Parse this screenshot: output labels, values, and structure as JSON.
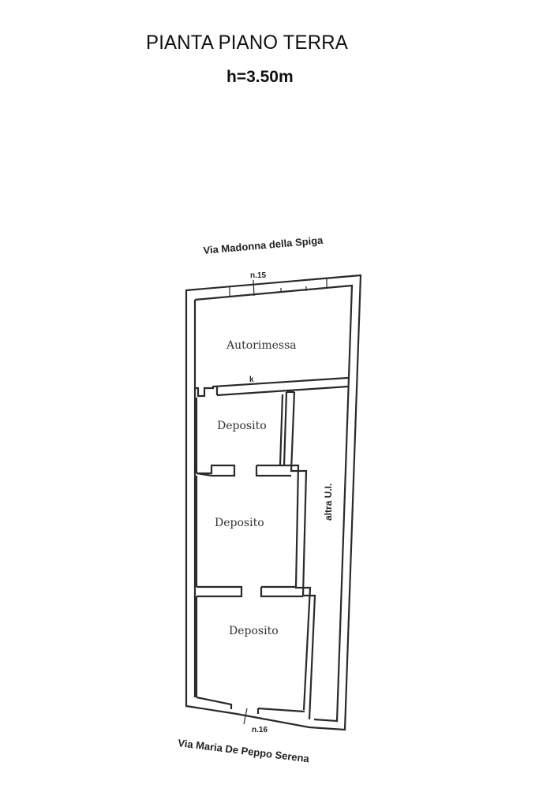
{
  "header": {
    "title": "PIANTA PIANO TERRA",
    "height_label": "h=3.50m"
  },
  "streets": {
    "north": "Via Madonna della Spiga",
    "south": "Via Maria De Peppo Serena"
  },
  "entrances": {
    "north": "n.15",
    "south": "n.16"
  },
  "markers": {
    "k": "k"
  },
  "rooms": {
    "autorimessa": "Autorimessa",
    "deposito_1": "Deposito",
    "deposito_2": "Deposito",
    "deposito_3": "Deposito",
    "altra_ui": "altra U.I."
  },
  "colors": {
    "wall": "#2a2a2a",
    "background": "#ffffff"
  }
}
